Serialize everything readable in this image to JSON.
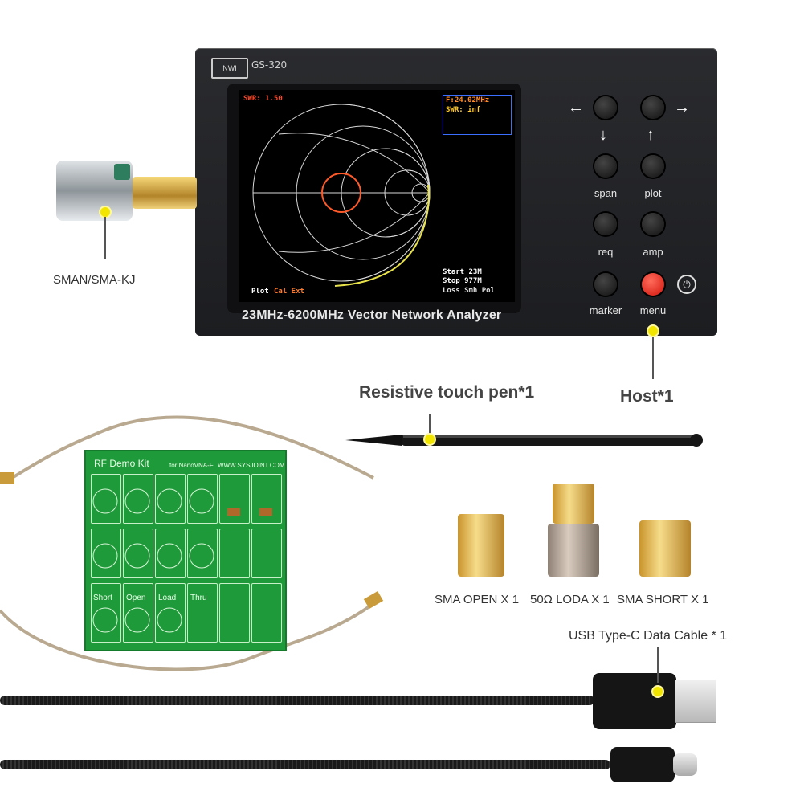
{
  "device": {
    "model": "GS-320",
    "logo_text": "NWI",
    "label": "23MHz-6200MHz  Vector Network Analyzer",
    "screen": {
      "swr_left": "SWR: 1.50",
      "freq": "F:24.02MHz",
      "swr_right": "SWR:      inf",
      "start": "Start       23M",
      "stop": "Stop       977M",
      "loss": "Loss Smh Pol",
      "plot": "Plot",
      "cal": "Cal Ext"
    },
    "buttons": {
      "span": "span",
      "plot": "plot",
      "req": "req",
      "amp": "amp",
      "marker": "marker",
      "menu": "menu"
    }
  },
  "captions": {
    "connector": "SMAN/SMA-KJ",
    "pen": "Resistive touch pen*1",
    "host": "Host*1",
    "sma_open": "SMA OPEN X 1",
    "load": "50Ω LODA X 1",
    "sma_short": "SMA SHORT X 1",
    "usb": "USB Type-C Data Cable * 1"
  },
  "pcb": {
    "title": "RF Demo Kit",
    "subtitle": "for NanoVNA-F",
    "url": "WWW.SYSJOINT.COM",
    "short": "Short",
    "open": "Open",
    "load": "Load",
    "thru": "Thru"
  },
  "colors": {
    "accent_yellow": "#f2e600",
    "menu_button": "#d1140c",
    "pcb_green": "#1f9a3a",
    "smith_trace": "#e8e24a",
    "swr_circle": "#ff5a2a"
  }
}
